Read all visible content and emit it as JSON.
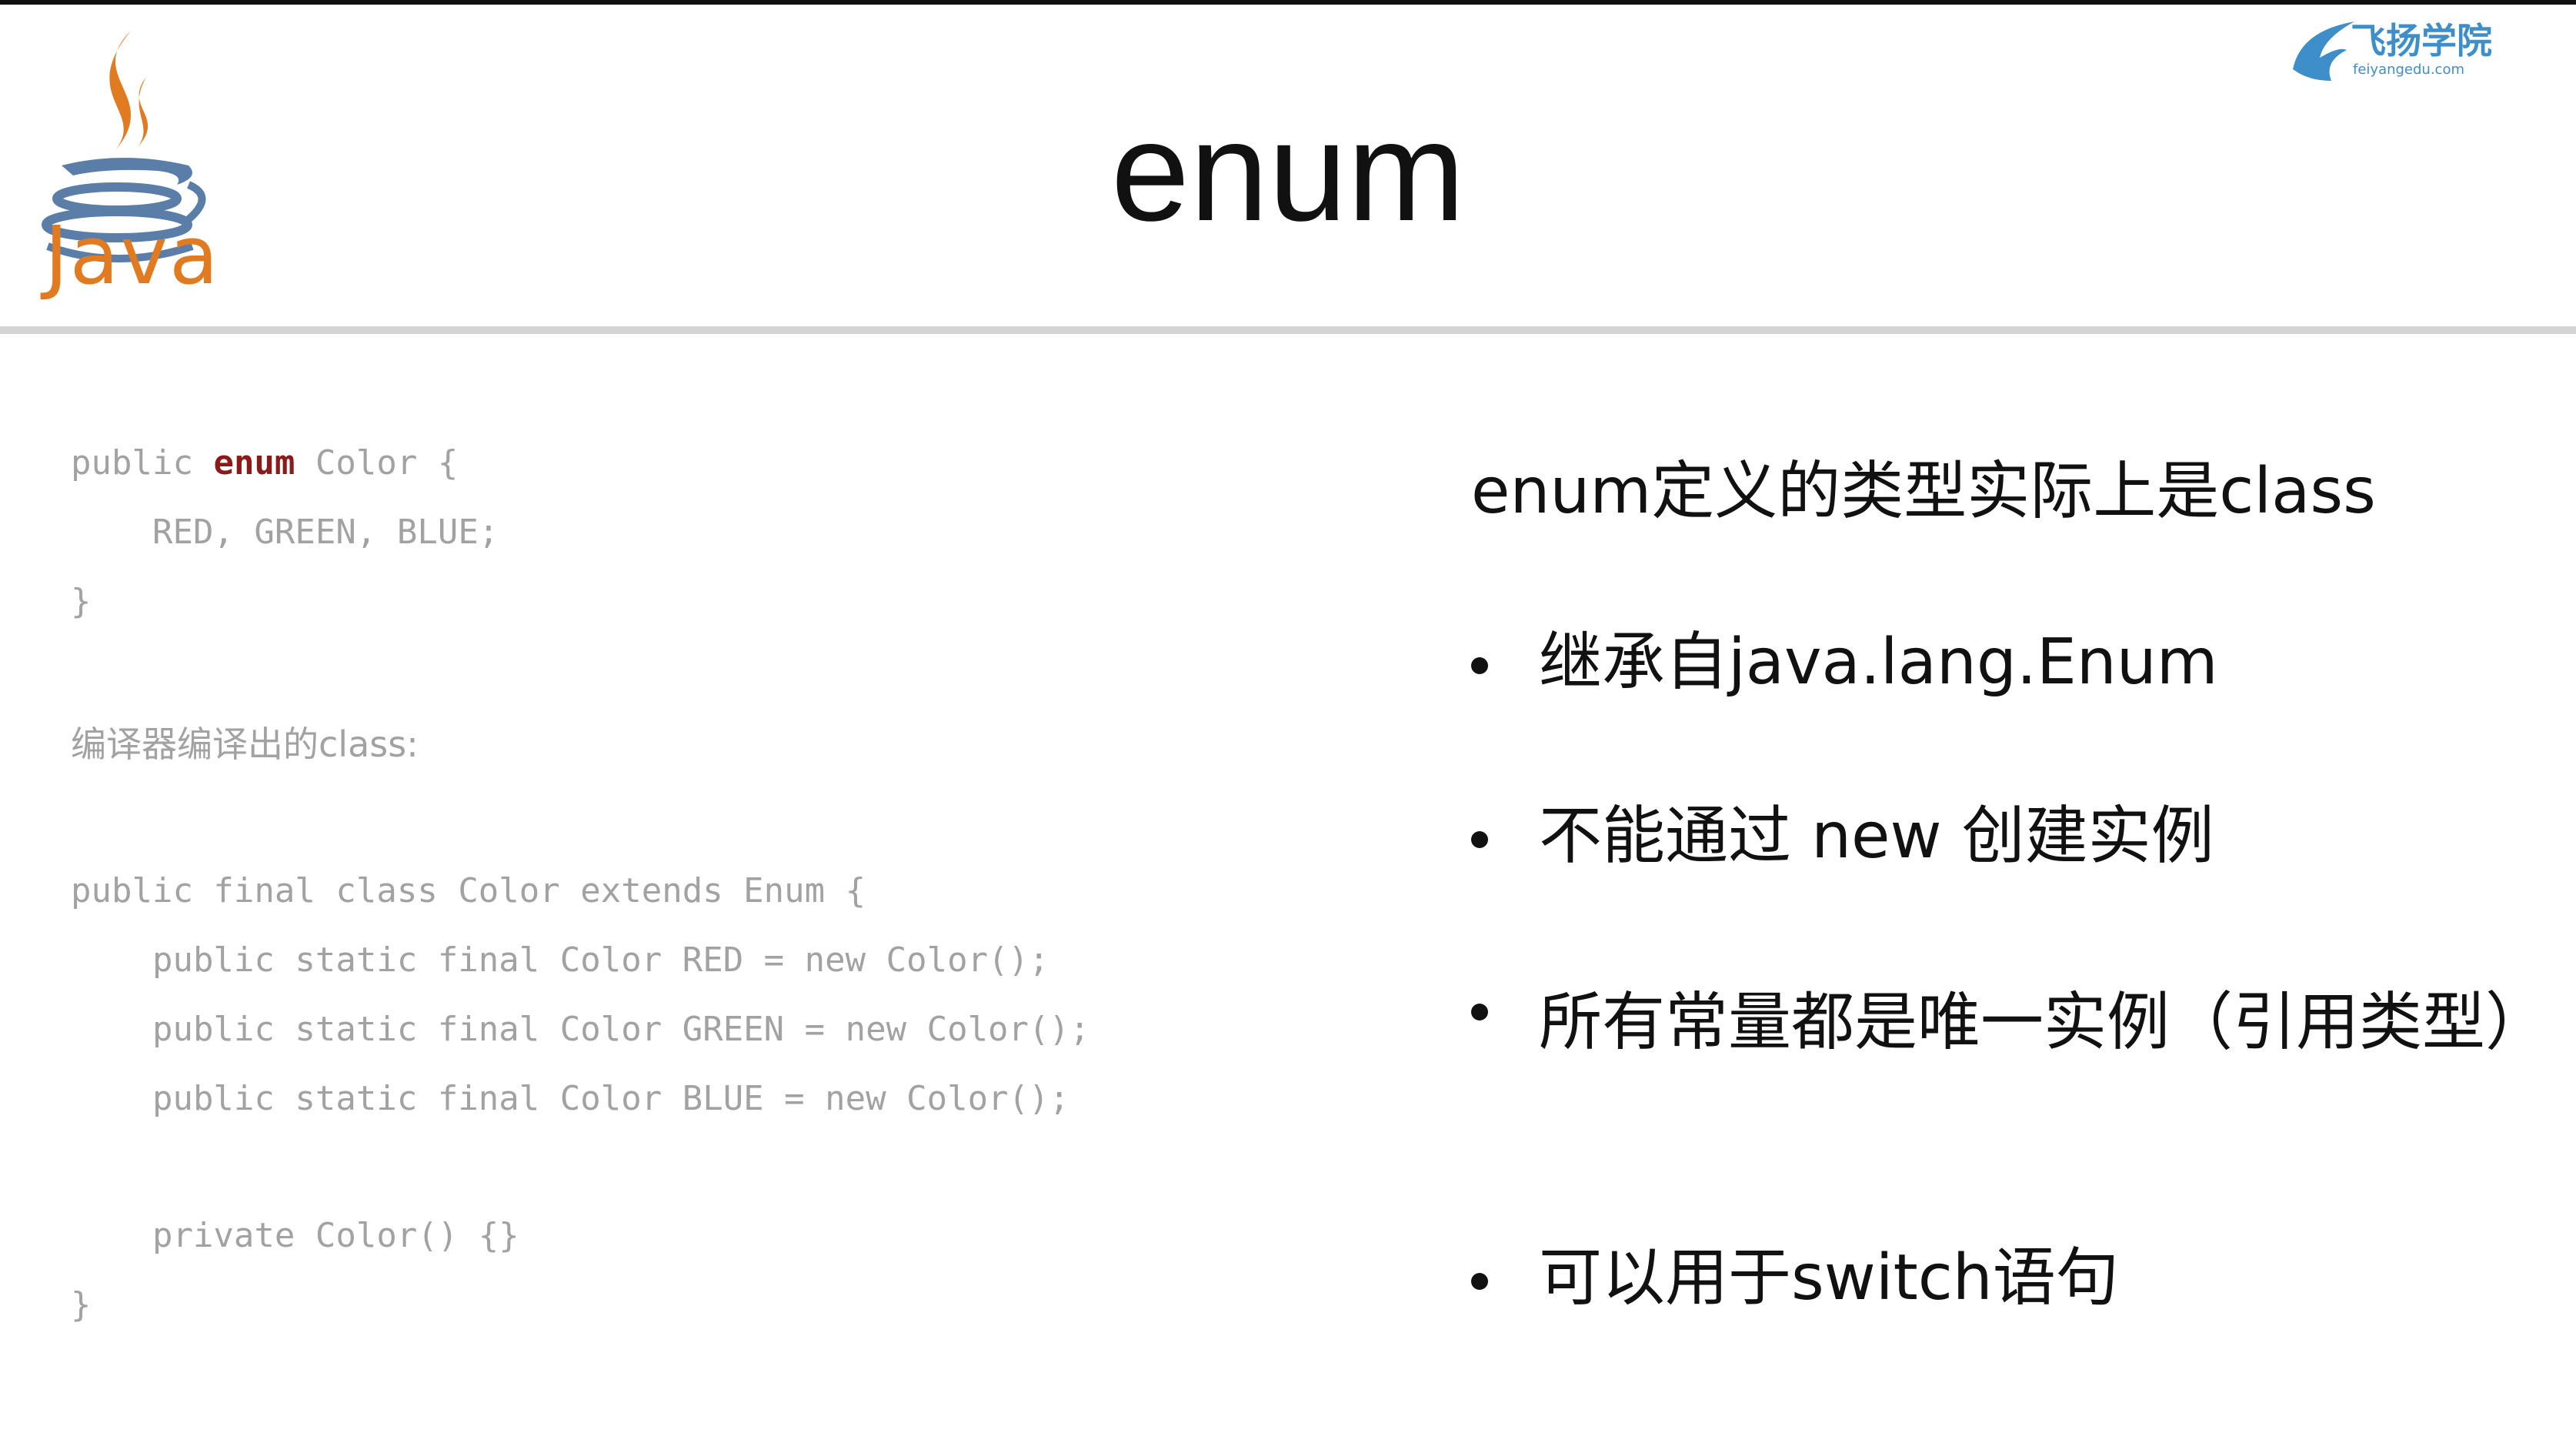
{
  "slide": {
    "title": "enum",
    "logo_text": "Java",
    "brand": {
      "name": "飞扬学院",
      "url": "feiyangedu.com",
      "color": "#3d8ec9"
    }
  },
  "code": {
    "enum_block": {
      "line1": {
        "kw1": "public",
        "kw2": "enum",
        "rest": "Color {"
      },
      "line2": "    RED, GREEN, BLUE;",
      "line3": "}"
    },
    "compiler_note": "编译器编译出的class:",
    "class_block": [
      "public final class Color extends Enum {",
      "    public static final Color RED = new Color();",
      "    public static final Color GREEN = new Color();",
      "    public static final Color BLUE = new Color();",
      "",
      "    private Color() {}",
      "}"
    ]
  },
  "notes": {
    "heading": "enum定义的类型实际上是class",
    "bullets": [
      "继承自java.lang.Enum",
      "不能通过 new 创建实例",
      "所有常量都是唯一实例（引用类型）",
      "可以用于switch语句"
    ]
  },
  "colors": {
    "keyword": "#8b1a1a",
    "code_text": "#a2a2a2",
    "java_orange": "#e07b22",
    "java_blue": "#5a7ea8"
  }
}
